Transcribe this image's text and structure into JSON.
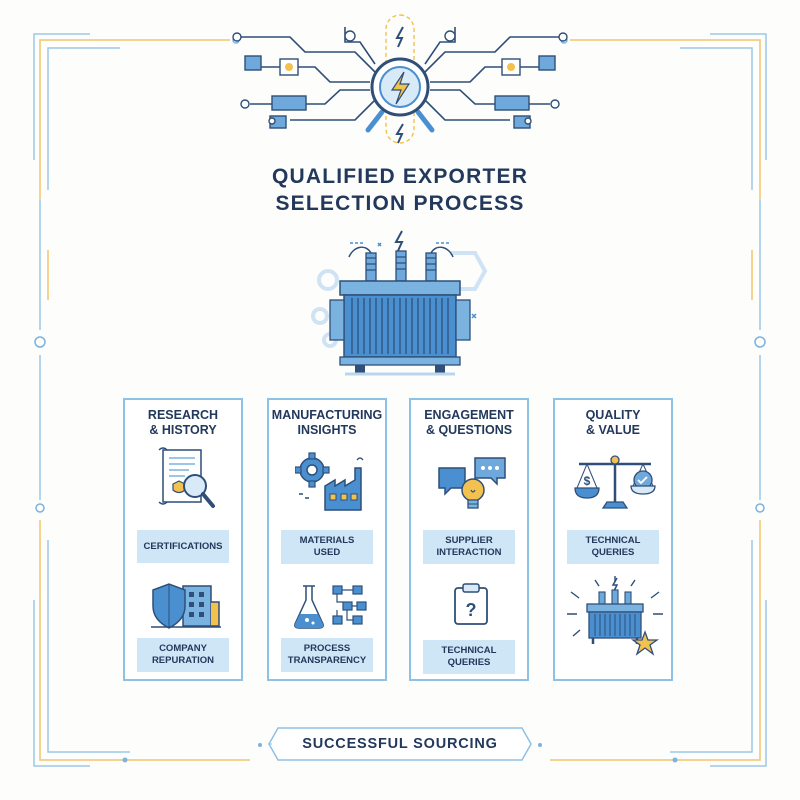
{
  "title": {
    "line1": "QUALIFIED EXPORTER",
    "line2": "SELECTION PROCESS"
  },
  "columns": [
    {
      "head": [
        "RESEARCH",
        "& HISTORY"
      ],
      "tag1": [
        "CERTIFICATIONS"
      ],
      "tag2": [
        "COMPANY",
        "REPURATION"
      ],
      "icon1": "document-magnifier-icon",
      "icon2": "shield-building-icon"
    },
    {
      "head": [
        "MANUFACTURING",
        "INSIGHTS"
      ],
      "tag1": [
        "MATERIALS",
        "USED"
      ],
      "tag2": [
        "PROCESS",
        "TRANSPARENCY"
      ],
      "icon1": "gear-factory-icon",
      "icon2": "flask-flowchart-icon"
    },
    {
      "head": [
        "ENGAGEMENT",
        "& QUESTIONS"
      ],
      "tag1": [
        "SUPPLIER",
        "INTERACTION"
      ],
      "tag2": [
        "TECHNICAL",
        "QUERIES"
      ],
      "icon1": "chat-lightbulb-icon",
      "icon2": "question-clipboard-icon"
    },
    {
      "head": [
        "QUALITY",
        "& VALUE"
      ],
      "tag1": [
        "TECHNICAL",
        "QUERIES"
      ],
      "tag2": [],
      "icon1": "balance-scale-icon",
      "icon2": "transformer-star-icon"
    }
  ],
  "footer": {
    "label": "SUCCESSFUL SOURCING"
  },
  "colors": {
    "navy": "#22395c",
    "blue": "#4a90d0",
    "lightBlue": "#cfe6f7",
    "gold": "#f2c14e",
    "border": "#8ec1e6"
  }
}
